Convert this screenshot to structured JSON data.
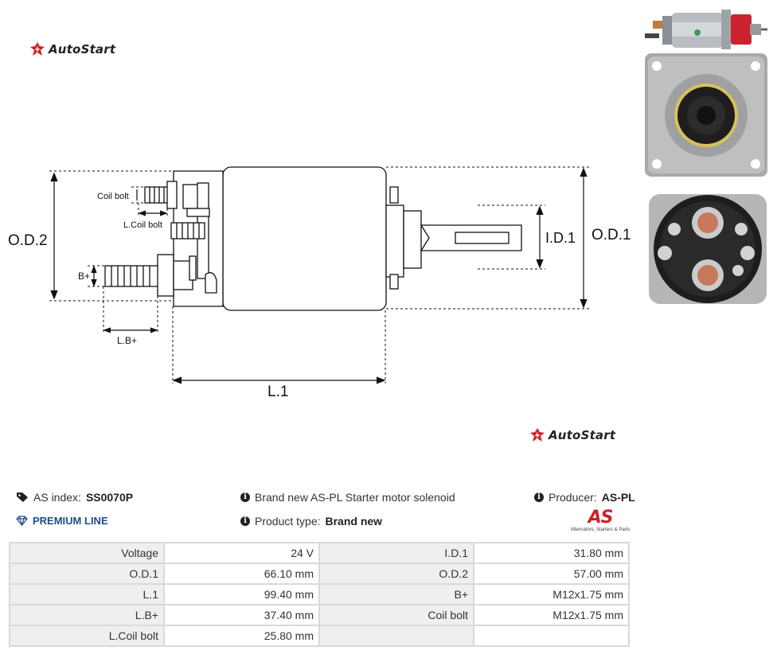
{
  "brand": {
    "logo_text": "AutoStart"
  },
  "drawing": {
    "dimension_labels": {
      "od2": "O.D.2",
      "od1": "O.D.1",
      "id1": "I.D.1",
      "l1": "L.1",
      "coil_bolt": "Coil bolt",
      "l_coil_bolt": "L.Coil bolt",
      "b_plus": "B+",
      "l_b_plus": "L.B+"
    }
  },
  "info": {
    "as_index_label": "AS index:",
    "as_index_value": "SS0070P",
    "premium_label": "PREMIUM LINE",
    "description": "Brand new AS-PL Starter motor solenoid",
    "product_type_label": "Product type:",
    "product_type_value": "Brand new",
    "producer_label": "Producer:",
    "producer_value": "AS-PL",
    "producer_logo_text": "AS",
    "producer_logo_tagline": "Alternators, Starters & Parts"
  },
  "specs": [
    [
      {
        "label": "Voltage",
        "value": "24 V"
      },
      {
        "label": "I.D.1",
        "value": "31.80 mm"
      }
    ],
    [
      {
        "label": "O.D.1",
        "value": "66.10 mm"
      },
      {
        "label": "O.D.2",
        "value": "57.00 mm"
      }
    ],
    [
      {
        "label": "L.1",
        "value": "99.40 mm"
      },
      {
        "label": "B+",
        "value": "M12x1.75 mm"
      }
    ],
    [
      {
        "label": "L.B+",
        "value": "37.40 mm"
      },
      {
        "label": "Coil bolt",
        "value": "M12x1.75 mm"
      }
    ],
    [
      {
        "label": "L.Coil bolt",
        "value": "25.80 mm"
      },
      {
        "label": "",
        "value": ""
      }
    ]
  ],
  "colors": {
    "premium": "#1f4e8c",
    "logo_red": "#d0202a",
    "table_border": "#d9d9d9",
    "label_bg": "#efefef"
  },
  "icons": [
    "tag-icon",
    "diamond-icon",
    "info-icon"
  ]
}
